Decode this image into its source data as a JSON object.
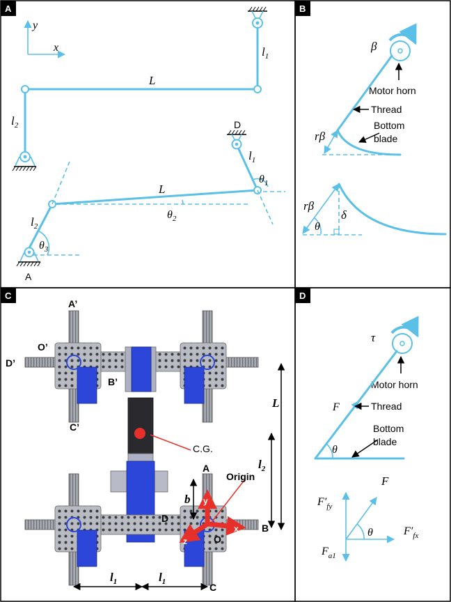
{
  "panels": {
    "A": {
      "letter": "A",
      "axis_y": "y",
      "axis_x": "x",
      "l1_top": "l",
      "l1_top_sub": "1",
      "L_top": "L",
      "l2_top": "l",
      "l2_top_sub": "2",
      "D": "D",
      "l1_bot": "l",
      "l1_bot_sub": "1",
      "theta1": "θ",
      "theta1_sub": "1",
      "L_bot": "L",
      "theta2": "θ",
      "theta2_sub": "2",
      "l2_bot": "l",
      "l2_bot_sub": "2",
      "theta3": "θ",
      "theta3_sub": "3",
      "A": "A"
    },
    "B": {
      "letter": "B",
      "beta": "β",
      "motor_horn": "Motor horn",
      "thread": "Thread",
      "bottom_line1": "Bottom",
      "bottom_line2": "blade",
      "rbeta_top": "rβ",
      "rbeta_bot": "rβ",
      "theta": "θ",
      "delta": "δ"
    },
    "C": {
      "letter": "C",
      "A_prime": "A’",
      "O_prime": "O’",
      "D_prime": "D’",
      "B_prime": "B’",
      "C_prime": "C’",
      "cg": "C.G.",
      "L": "L",
      "l2": "l",
      "l2_sub": "2",
      "A": "A",
      "origin": "Origin",
      "b": "b",
      "y": "y",
      "D": "D",
      "z": "z",
      "x": "x",
      "O": "O",
      "B": "B",
      "l1_left": "l",
      "l1_left_sub": "1",
      "l1_right": "l",
      "l1_right_sub": "1",
      "C": "C"
    },
    "D": {
      "letter": "D",
      "tau": "τ",
      "motor_horn": "Motor horn",
      "F_top": "F",
      "thread": "Thread",
      "bottom_line1": "Bottom",
      "bottom_line2": "blade",
      "theta_top": "θ",
      "F_force": "F",
      "Ffy": "F′",
      "Ffy_sub": "fy",
      "Ffx": "F′",
      "Ffx_sub": "fx",
      "Fa1": "F",
      "Fa1_sub": "a1",
      "theta_bot": "θ"
    }
  },
  "colors": {
    "link": "#5bc0e8",
    "arrow_red": "#e8302a",
    "robot_blue": "#2b46d8",
    "robot_gray": "#9a9ca4",
    "panel_tag": "#000000"
  }
}
